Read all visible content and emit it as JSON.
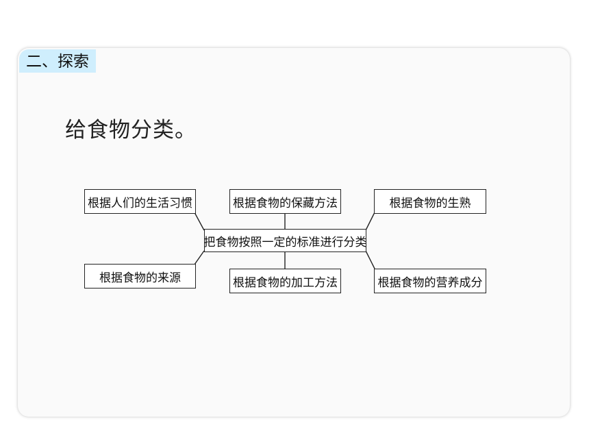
{
  "section": {
    "tag": "二、探索"
  },
  "main": {
    "heading": "给食物分类。"
  },
  "diagram": {
    "center": "把食物按照一定的标准进行分类",
    "nodes": {
      "habits": "根据人们的生活习惯",
      "storage": "根据食物的保藏方法",
      "cooked": "根据食物的生熟",
      "origin": "根据食物的来源",
      "processing": "根据食物的加工方法",
      "nutrition": "根据食物的营养成分"
    }
  }
}
